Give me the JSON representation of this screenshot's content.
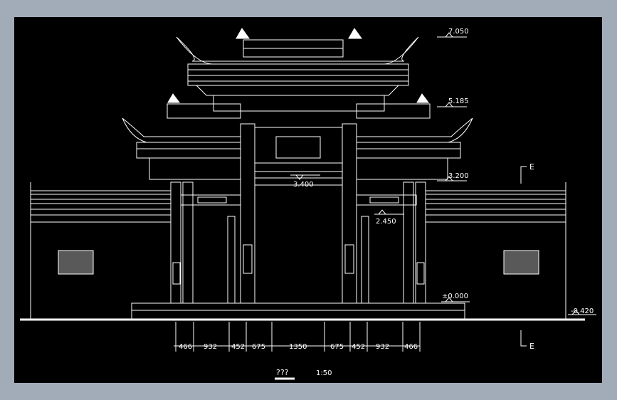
{
  "colors": {
    "background": "#a2acb9",
    "canvas": "#000000",
    "line": "#ffffff"
  },
  "elevations": {
    "top": "7.050",
    "upper_eave": "5.185",
    "lower_eave": "3.200",
    "middle_beam": "3.400",
    "side_beam": "2.450",
    "ground": "±0.000",
    "grade": "-0.420"
  },
  "dimensions": [
    "466",
    "932",
    "452",
    "675",
    "1350",
    "675",
    "452",
    "932",
    "466"
  ],
  "section_marks": {
    "upper": "E",
    "lower": "E"
  },
  "title": {
    "name": "???",
    "scale": "1:50"
  }
}
